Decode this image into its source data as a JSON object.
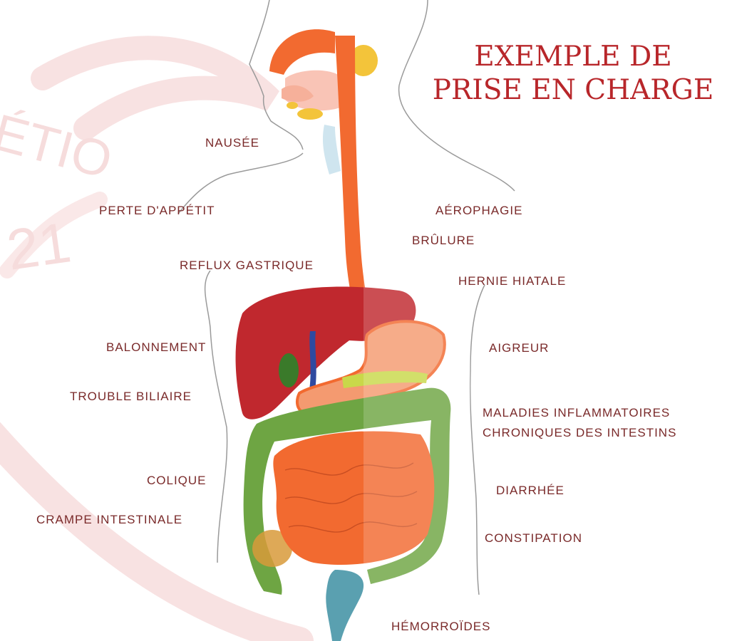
{
  "title": {
    "line1": "EXEMPLE DE",
    "line2": "PRISE EN CHARGE"
  },
  "watermark": {
    "text1": "ÉTIO",
    "text2": "21"
  },
  "labels": {
    "nausee": "NAUSÉE",
    "perte_appetit": "PERTE D'APPÉTIT",
    "reflux": "REFLUX GASTRIQUE",
    "balonnement": "BALONNEMENT",
    "trouble_biliaire": "TROUBLE BILIAIRE",
    "colique": "COLIQUE",
    "crampe": "CRAMPE INTESTINALE",
    "aerophagie": "AÉROPHAGIE",
    "brulure": "BRÛLURE",
    "hernie": "HERNIE HIATALE",
    "aigreur": "AIGREUR",
    "mici_line1": "MALADIES INFLAMMATOIRES",
    "mici_line2": "CHRONIQUES DES INTESTINS",
    "diarrhee": "DIARRHÉE",
    "constipation": "CONSTIPATION",
    "hemorroides": "HÉMORROÏDES"
  },
  "colors": {
    "title": "#b8262a",
    "label": "#7a2a2a",
    "watermark": "#f6dcdc",
    "esophagus": "#f26a30",
    "liver": "#c0282e",
    "stomach": "#f49a70",
    "colon": "#6ea543",
    "small_intestine": "#f26a30",
    "rectum": "#5aa0b0"
  }
}
